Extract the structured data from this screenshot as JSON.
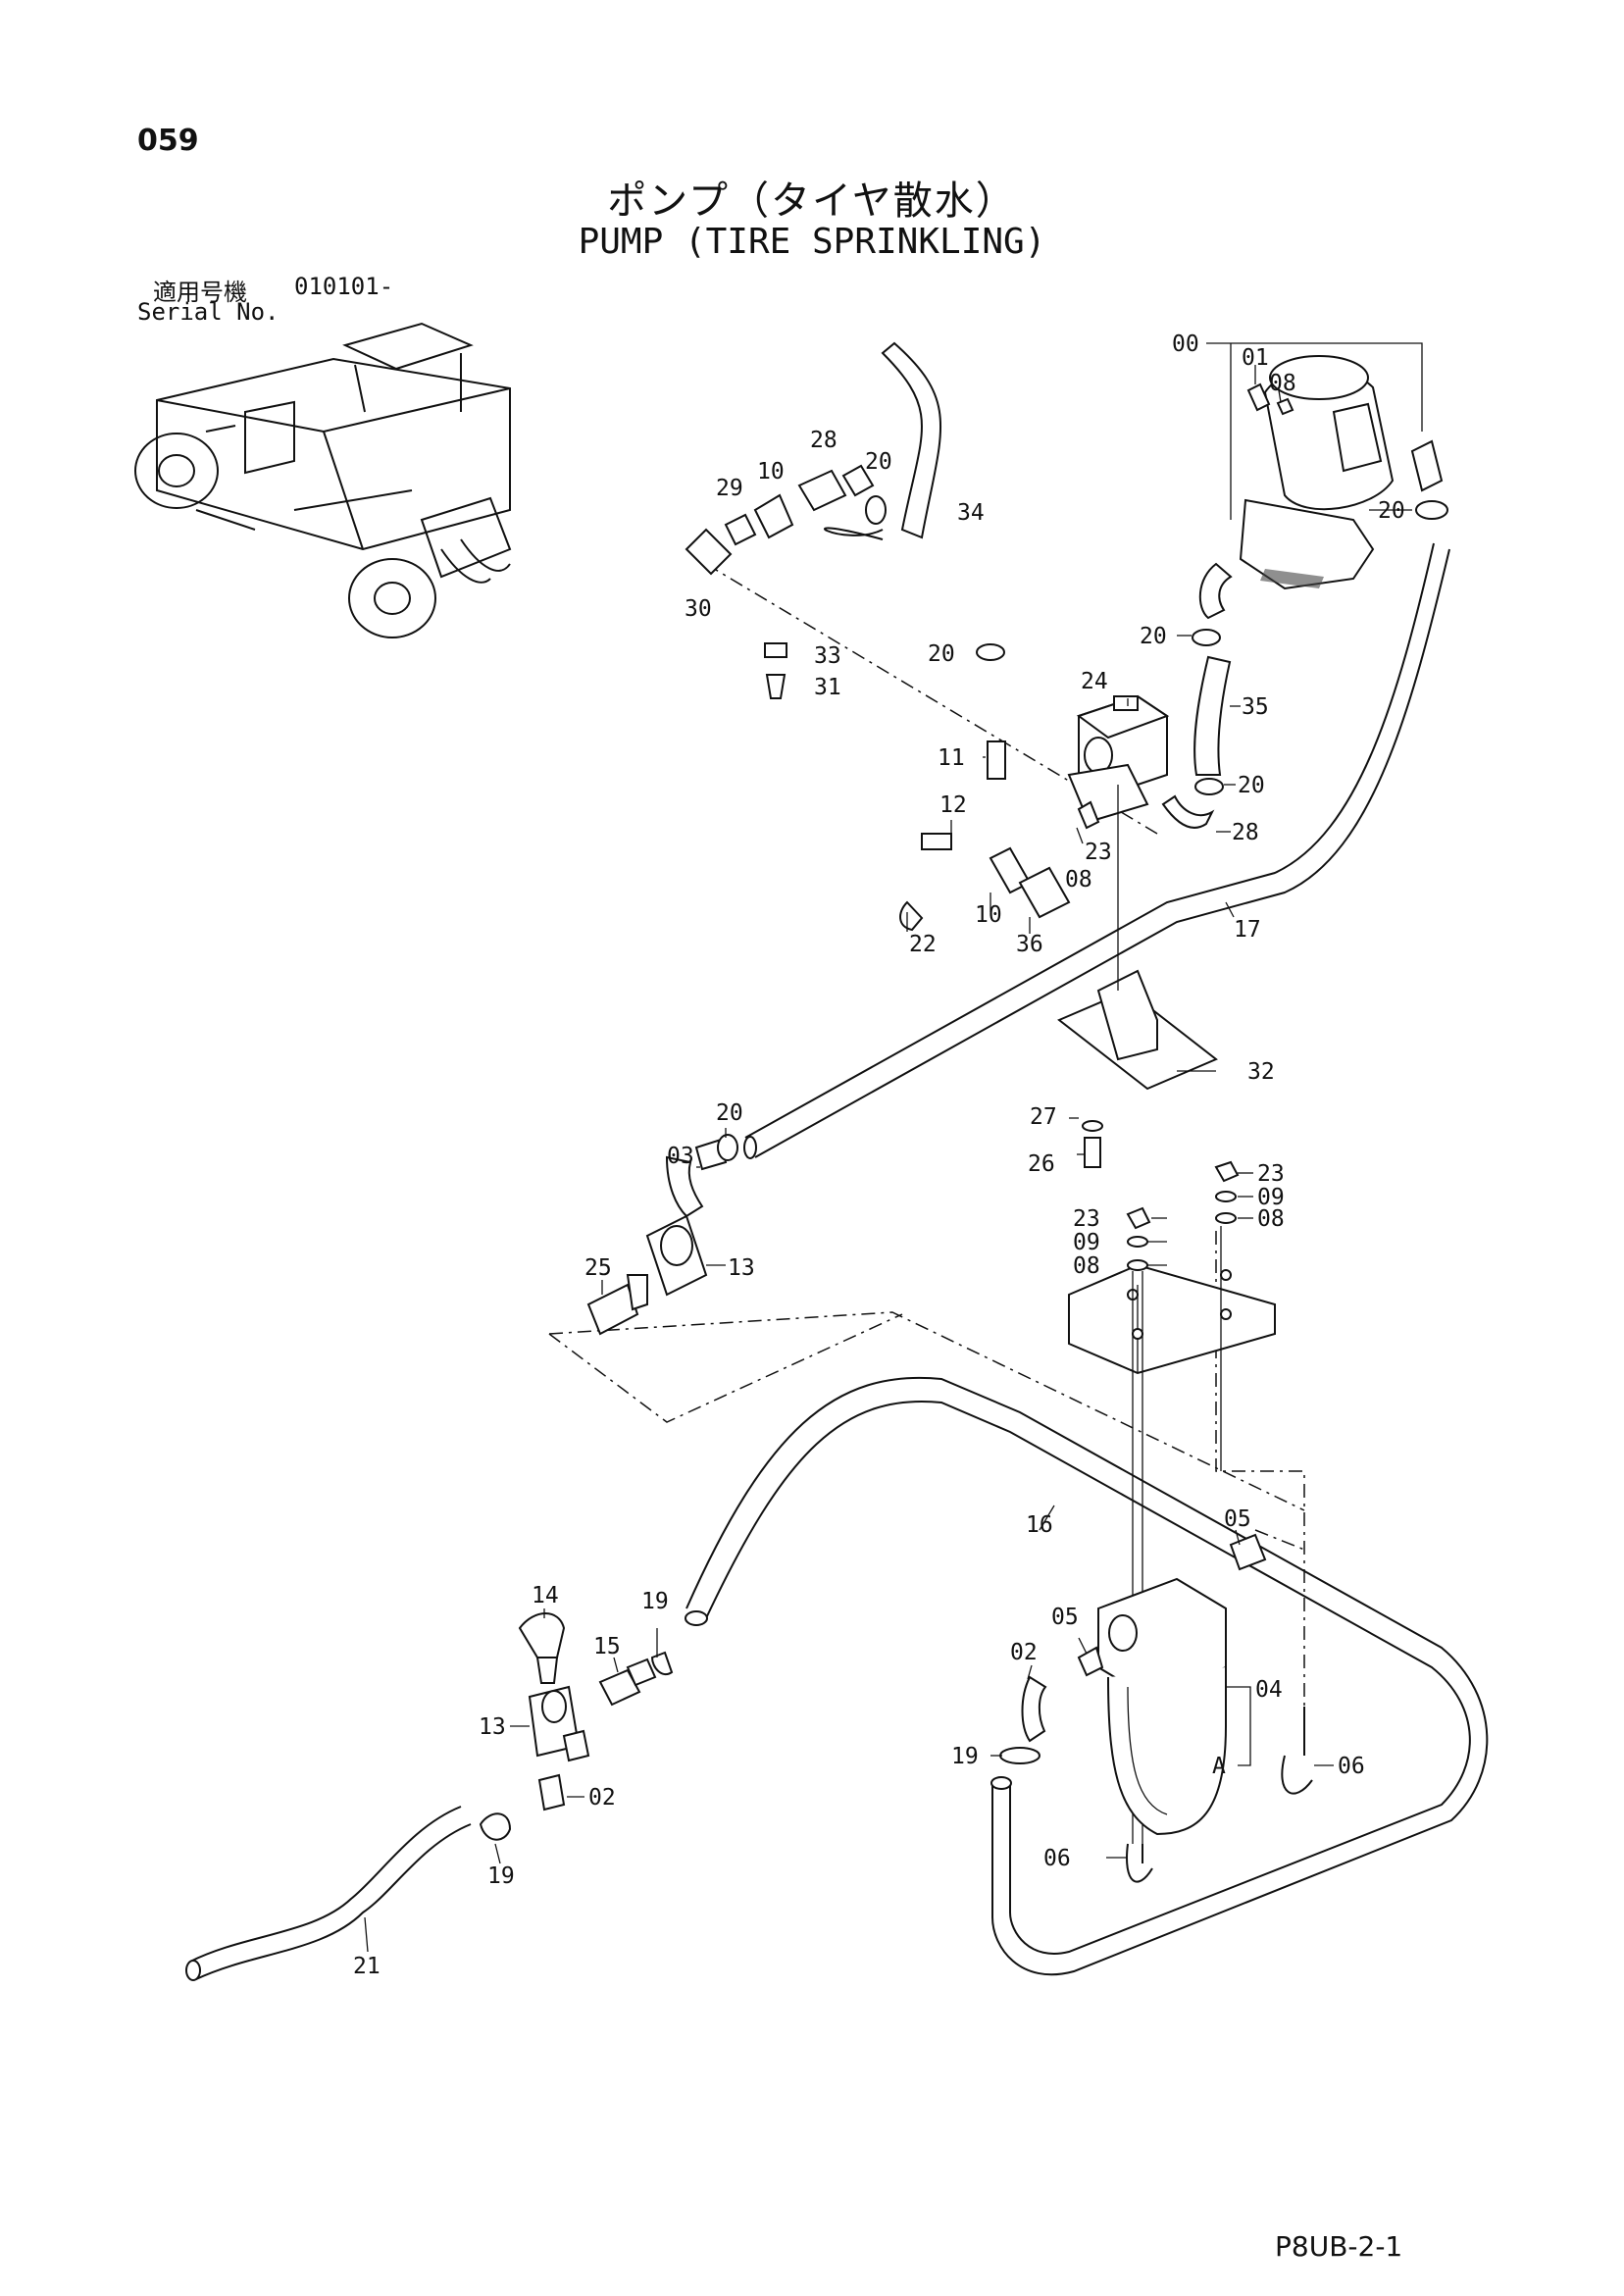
{
  "header": {
    "page_number": "059",
    "title_jp": "ポンプ（タイヤ散水）",
    "title_en": "PUMP (TIRE SPRINKLING)",
    "serial_label_jp": "適用号機",
    "serial_value": "010101-",
    "serial_label_en": "Serial No."
  },
  "footer": {
    "doc_code": "P8UB-2-1"
  },
  "callouts": {
    "c00": "00",
    "c01": "01",
    "c08a": "08",
    "c20a": "20",
    "c20b": "20",
    "c35": "35",
    "c20c": "20",
    "c28a": "28",
    "c24": "24",
    "c11": "11",
    "c12": "12",
    "c23a": "23",
    "c08b": "08",
    "c22": "22",
    "c10a": "10",
    "c36": "36",
    "c17": "17",
    "c28b": "28",
    "c29": "29",
    "c10b": "10",
    "c20d": "20",
    "c34": "34",
    "c30": "30",
    "c33": "33",
    "c31": "31",
    "c20e": "20",
    "c32": "32",
    "c27": "27",
    "c26": "26",
    "c20f": "20",
    "c03": "03",
    "c25": "25",
    "c13a": "13",
    "c23b": "23",
    "c09a": "09",
    "c08c": "08",
    "c23c": "23",
    "c09b": "09",
    "c08d": "08",
    "c16": "16",
    "c05a": "05",
    "c14": "14",
    "c19a": "19",
    "c15": "15",
    "c13b": "13",
    "c02a": "02",
    "c19b": "19",
    "c21": "21",
    "c02b": "02",
    "c05b": "05",
    "c04": "04",
    "cA": "A",
    "c19c": "19",
    "c06a": "06",
    "c06b": "06"
  }
}
